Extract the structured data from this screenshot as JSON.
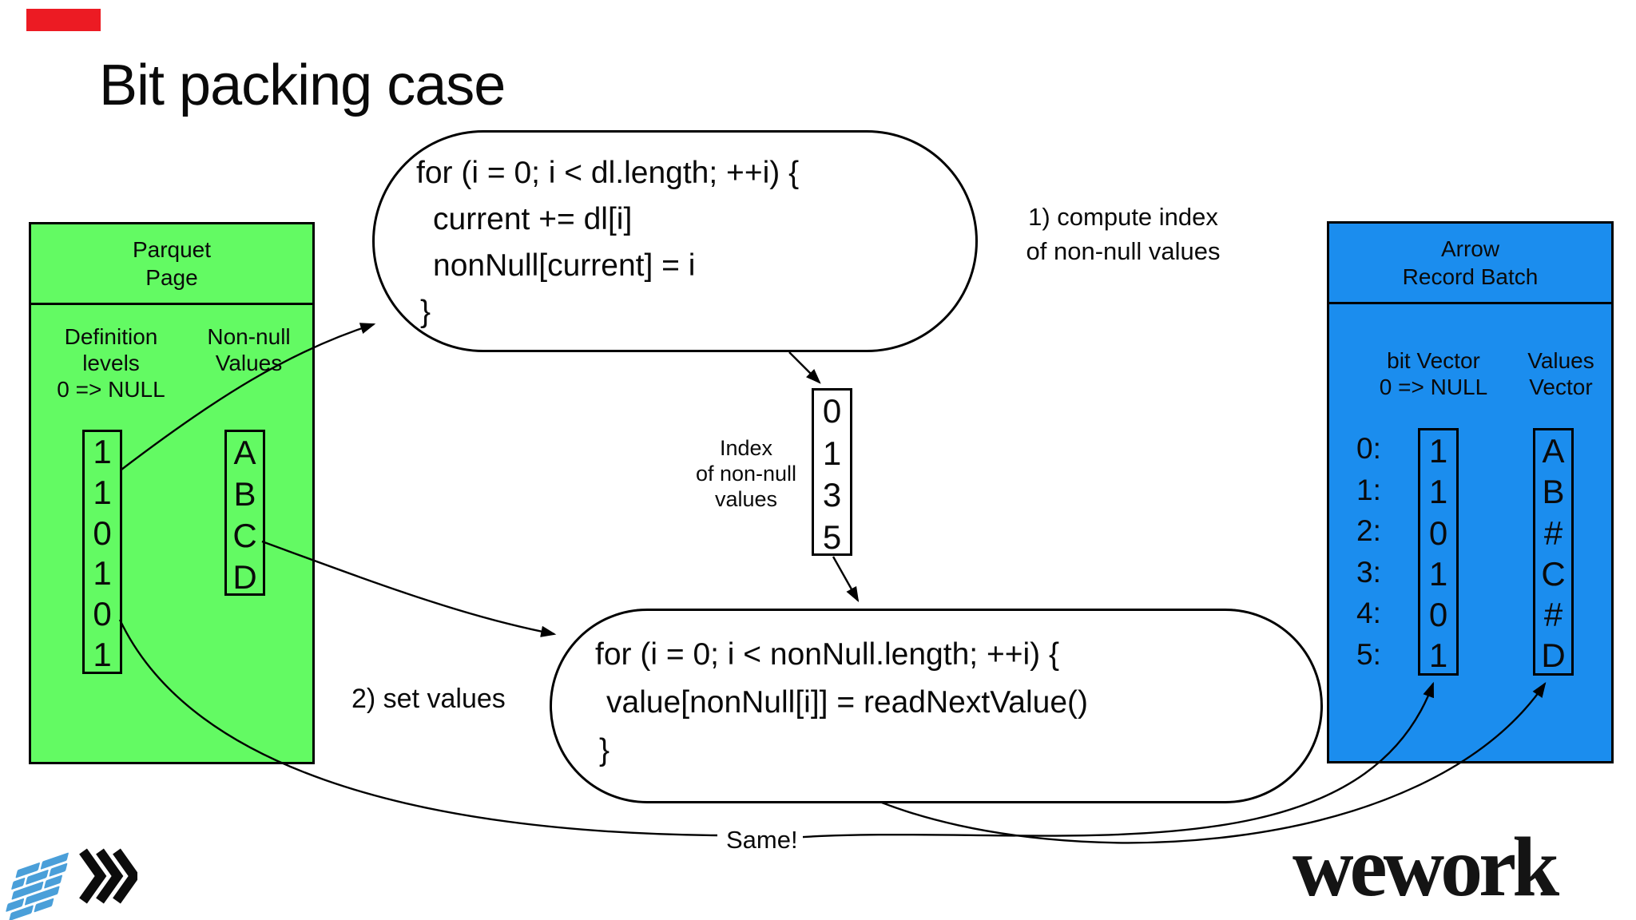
{
  "slide": {
    "title": "Bit packing case"
  },
  "colors": {
    "parquet_green": "#63fa63",
    "arrow_blue": "#1b8dee",
    "indicator_red": "#ec1b23",
    "parquet_logo_blue": "#4a9fd9",
    "line_black": "#000000"
  },
  "parquet_box": {
    "title_line1": "Parquet",
    "title_line2": "Page",
    "col1_header": [
      "Definition",
      "levels",
      "0 => NULL"
    ],
    "col2_header": [
      "Non-null",
      "Values"
    ],
    "definition_levels": [
      "1",
      "1",
      "0",
      "1",
      "0",
      "1"
    ],
    "values": [
      "A",
      "B",
      "C",
      "D"
    ]
  },
  "code_bubble_top": {
    "line1": "for (i = 0; i < dl.length; ++i) {",
    "line2": "current += dl[i]",
    "line3": "nonNull[current] = i",
    "line4": "}"
  },
  "code_bubble_bottom": {
    "line1": "for (i = 0; i < nonNull.length; ++i) {",
    "line2": "value[nonNull[i]] = readNextValue()",
    "line3": "}"
  },
  "index_box": {
    "values": [
      "0",
      "1",
      "3",
      "5"
    ]
  },
  "annotations": {
    "step1_line1": "1) compute index",
    "step1_line2": "of non-null values",
    "step2": "2) set values",
    "index_label": [
      "Index",
      "of non-null",
      "values"
    ],
    "same": "Same!"
  },
  "arrow_box": {
    "title_line1": "Arrow",
    "title_line2": "Record Batch",
    "col1_header": [
      "bit Vector",
      "0 => NULL"
    ],
    "col2_header": [
      "Values",
      "Vector"
    ],
    "row_labels": [
      "0:",
      "1:",
      "2:",
      "3:",
      "4:",
      "5:"
    ],
    "bit_vector": [
      "1",
      "1",
      "0",
      "1",
      "0",
      "1"
    ],
    "values_vector": [
      "A",
      "B",
      "#",
      "C",
      "#",
      "D"
    ]
  },
  "logos": {
    "wework": "wework"
  }
}
